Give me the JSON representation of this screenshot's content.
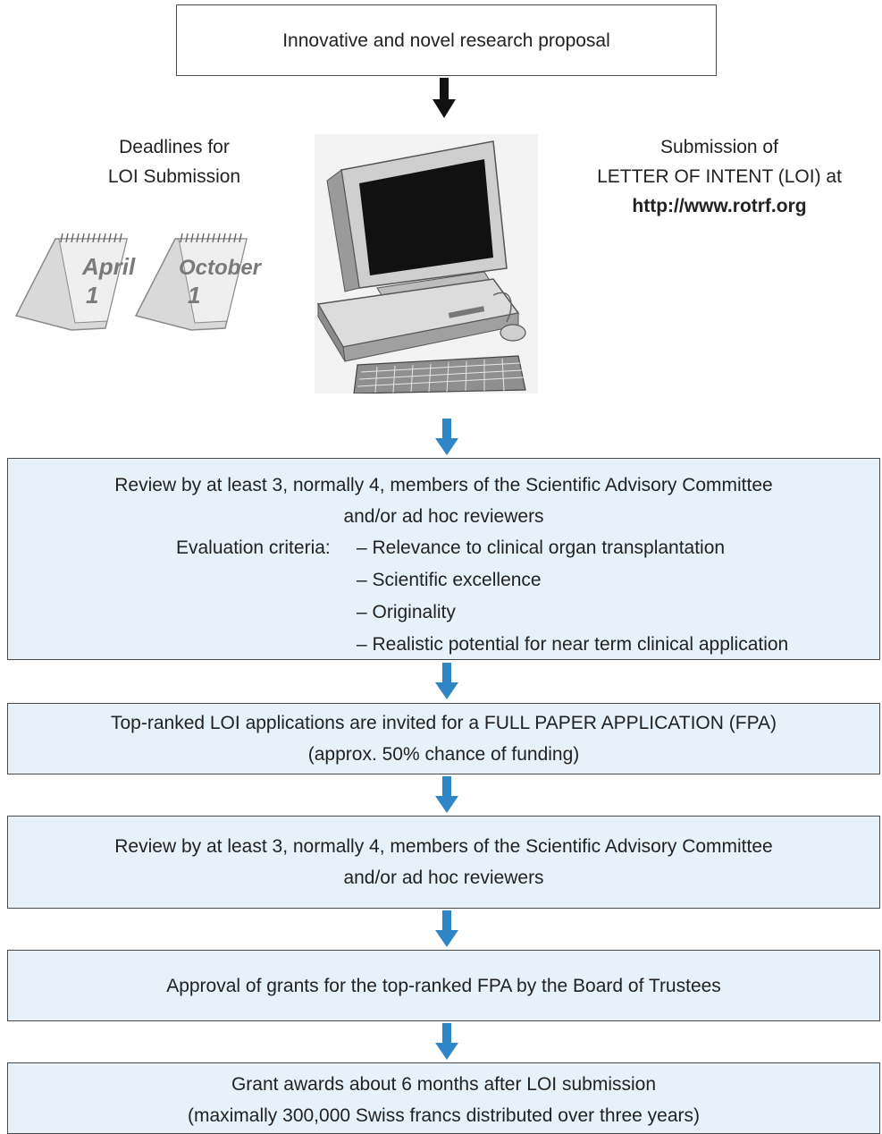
{
  "top_box": {
    "text": "Innovative and novel research proposal"
  },
  "deadlines": {
    "line1": "Deadlines for",
    "line2": "LOI Submission"
  },
  "calendars": [
    {
      "month": "April",
      "day": "1"
    },
    {
      "month": "October",
      "day": "1"
    }
  ],
  "submission": {
    "line1": "Submission of",
    "line2": "LETTER OF INTENT (LOI) at",
    "url": "http://www.rotrf.org"
  },
  "steps": [
    {
      "lines": [
        "Review by at least 3, normally 4, members of the Scientific Advisory Committee",
        "and/or ad hoc reviewers"
      ],
      "criteria_lead": "Evaluation criteria:",
      "criteria": [
        "– Relevance to clinical organ transplantation",
        "– Scientific excellence",
        "– Originality",
        "– Realistic potential for near term clinical application"
      ]
    },
    {
      "lines": [
        "Top-ranked LOI applications are invited for a FULL PAPER APPLICATION (FPA)",
        "(approx. 50% chance of funding)"
      ]
    },
    {
      "lines": [
        "Review by at least 3, normally 4, members of the Scientific Advisory Committee",
        "and/or ad hoc reviewers"
      ]
    },
    {
      "lines": [
        "Approval of grants for the top-ranked FPA by the Board of Trustees"
      ]
    },
    {
      "lines": [
        "Grant awards about 6 months after LOI submission",
        "(maximally 300,000 Swiss francs distributed over three years)"
      ]
    }
  ],
  "colors": {
    "step_fill": "#e6f1fa",
    "arrow_blue": "#2f86c6",
    "arrow_black": "#111111"
  }
}
